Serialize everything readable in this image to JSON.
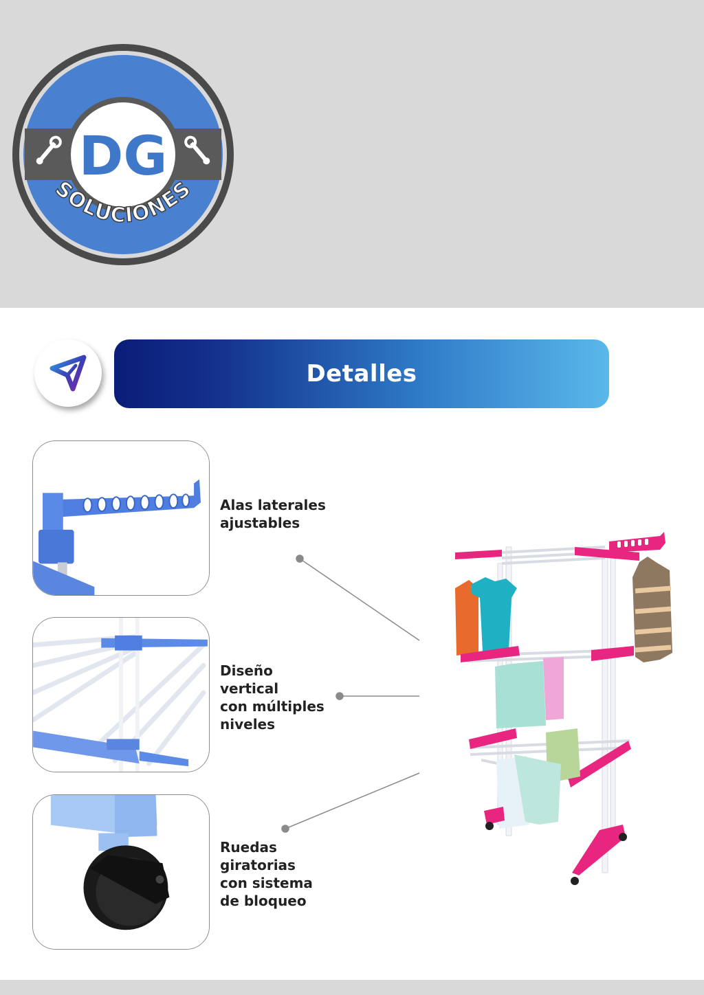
{
  "logo": {
    "initials": "DG",
    "subtitle": "SOLUCIONES",
    "icon_names": [
      "wrench-icon",
      "wrench-icon"
    ],
    "colors": {
      "ring_outer": "#4a4a4a",
      "ring_blue": "#4a80d0",
      "center": "#ffffff",
      "band": "#5a5a5a"
    }
  },
  "section": {
    "title": "Detalles",
    "icon": "paper-plane-icon",
    "gradient": [
      "#0a1d78",
      "#5ab8ea"
    ]
  },
  "features": [
    {
      "label": "Alas laterales\najustables",
      "image": "side-wing-closeup"
    },
    {
      "label": "Diseño\nvertical\ncon múltiples\nniveles",
      "image": "rack-levels-closeup"
    },
    {
      "label": "Ruedas\ngiratorias\ncon sistema\nde bloqueo",
      "image": "caster-wheel-closeup"
    }
  ],
  "product": {
    "image": "three-tier-clothes-drying-rack",
    "accent_color": "#e8267f"
  }
}
